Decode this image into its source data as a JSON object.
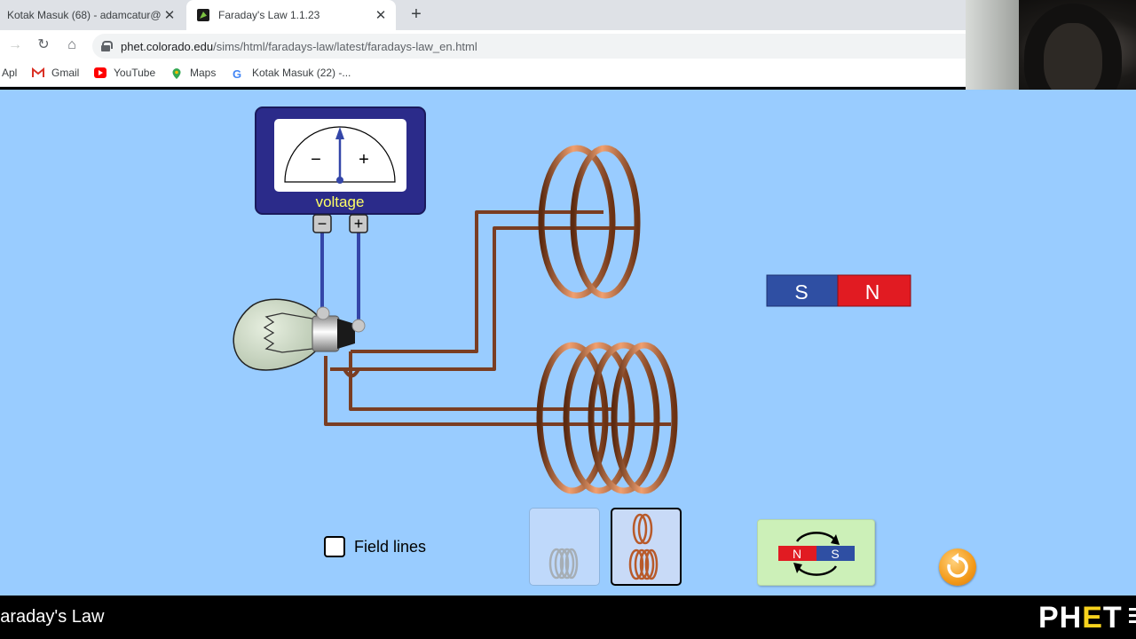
{
  "browser": {
    "tabs": [
      {
        "title": "Kotak Masuk (68) - adamcatur@",
        "active": false
      },
      {
        "title": "Faraday's Law 1.1.23",
        "active": true
      }
    ],
    "new_tab_icon": "+",
    "close_icon": "✕",
    "url_host": "phet.colorado.edu",
    "url_path": "/sims/html/faradays-law/latest/faradays-law_en.html",
    "bookmarks": [
      {
        "label": "Apl",
        "icon": "apps-icon"
      },
      {
        "label": "Gmail",
        "icon": "gmail-icon"
      },
      {
        "label": "YouTube",
        "icon": "youtube-icon"
      },
      {
        "label": "Maps",
        "icon": "maps-icon"
      },
      {
        "label": "Kotak Masuk (22) -...",
        "icon": "google-icon"
      }
    ]
  },
  "sim": {
    "voltmeter": {
      "label": "voltage",
      "minus": "−",
      "plus": "+"
    },
    "magnet": {
      "left_pole": "S",
      "right_pole": "N"
    },
    "flip_magnet": {
      "left_pole": "N",
      "right_pole": "S"
    },
    "field_lines_label": "Field lines",
    "field_lines_checked": false,
    "selected_coils": "two-coils",
    "colors": {
      "background": "#99ccff",
      "wire": "#7a3d22",
      "magnet_south": "#2f4fa3",
      "magnet_north": "#e11b22",
      "voltmeter_body": "#2b2b8a",
      "voltmeter_label": "#ffff66"
    }
  },
  "navbar": {
    "title": "Faraday's Law",
    "logo": {
      "ph": "PH",
      "e": "E",
      "t": "T"
    }
  }
}
